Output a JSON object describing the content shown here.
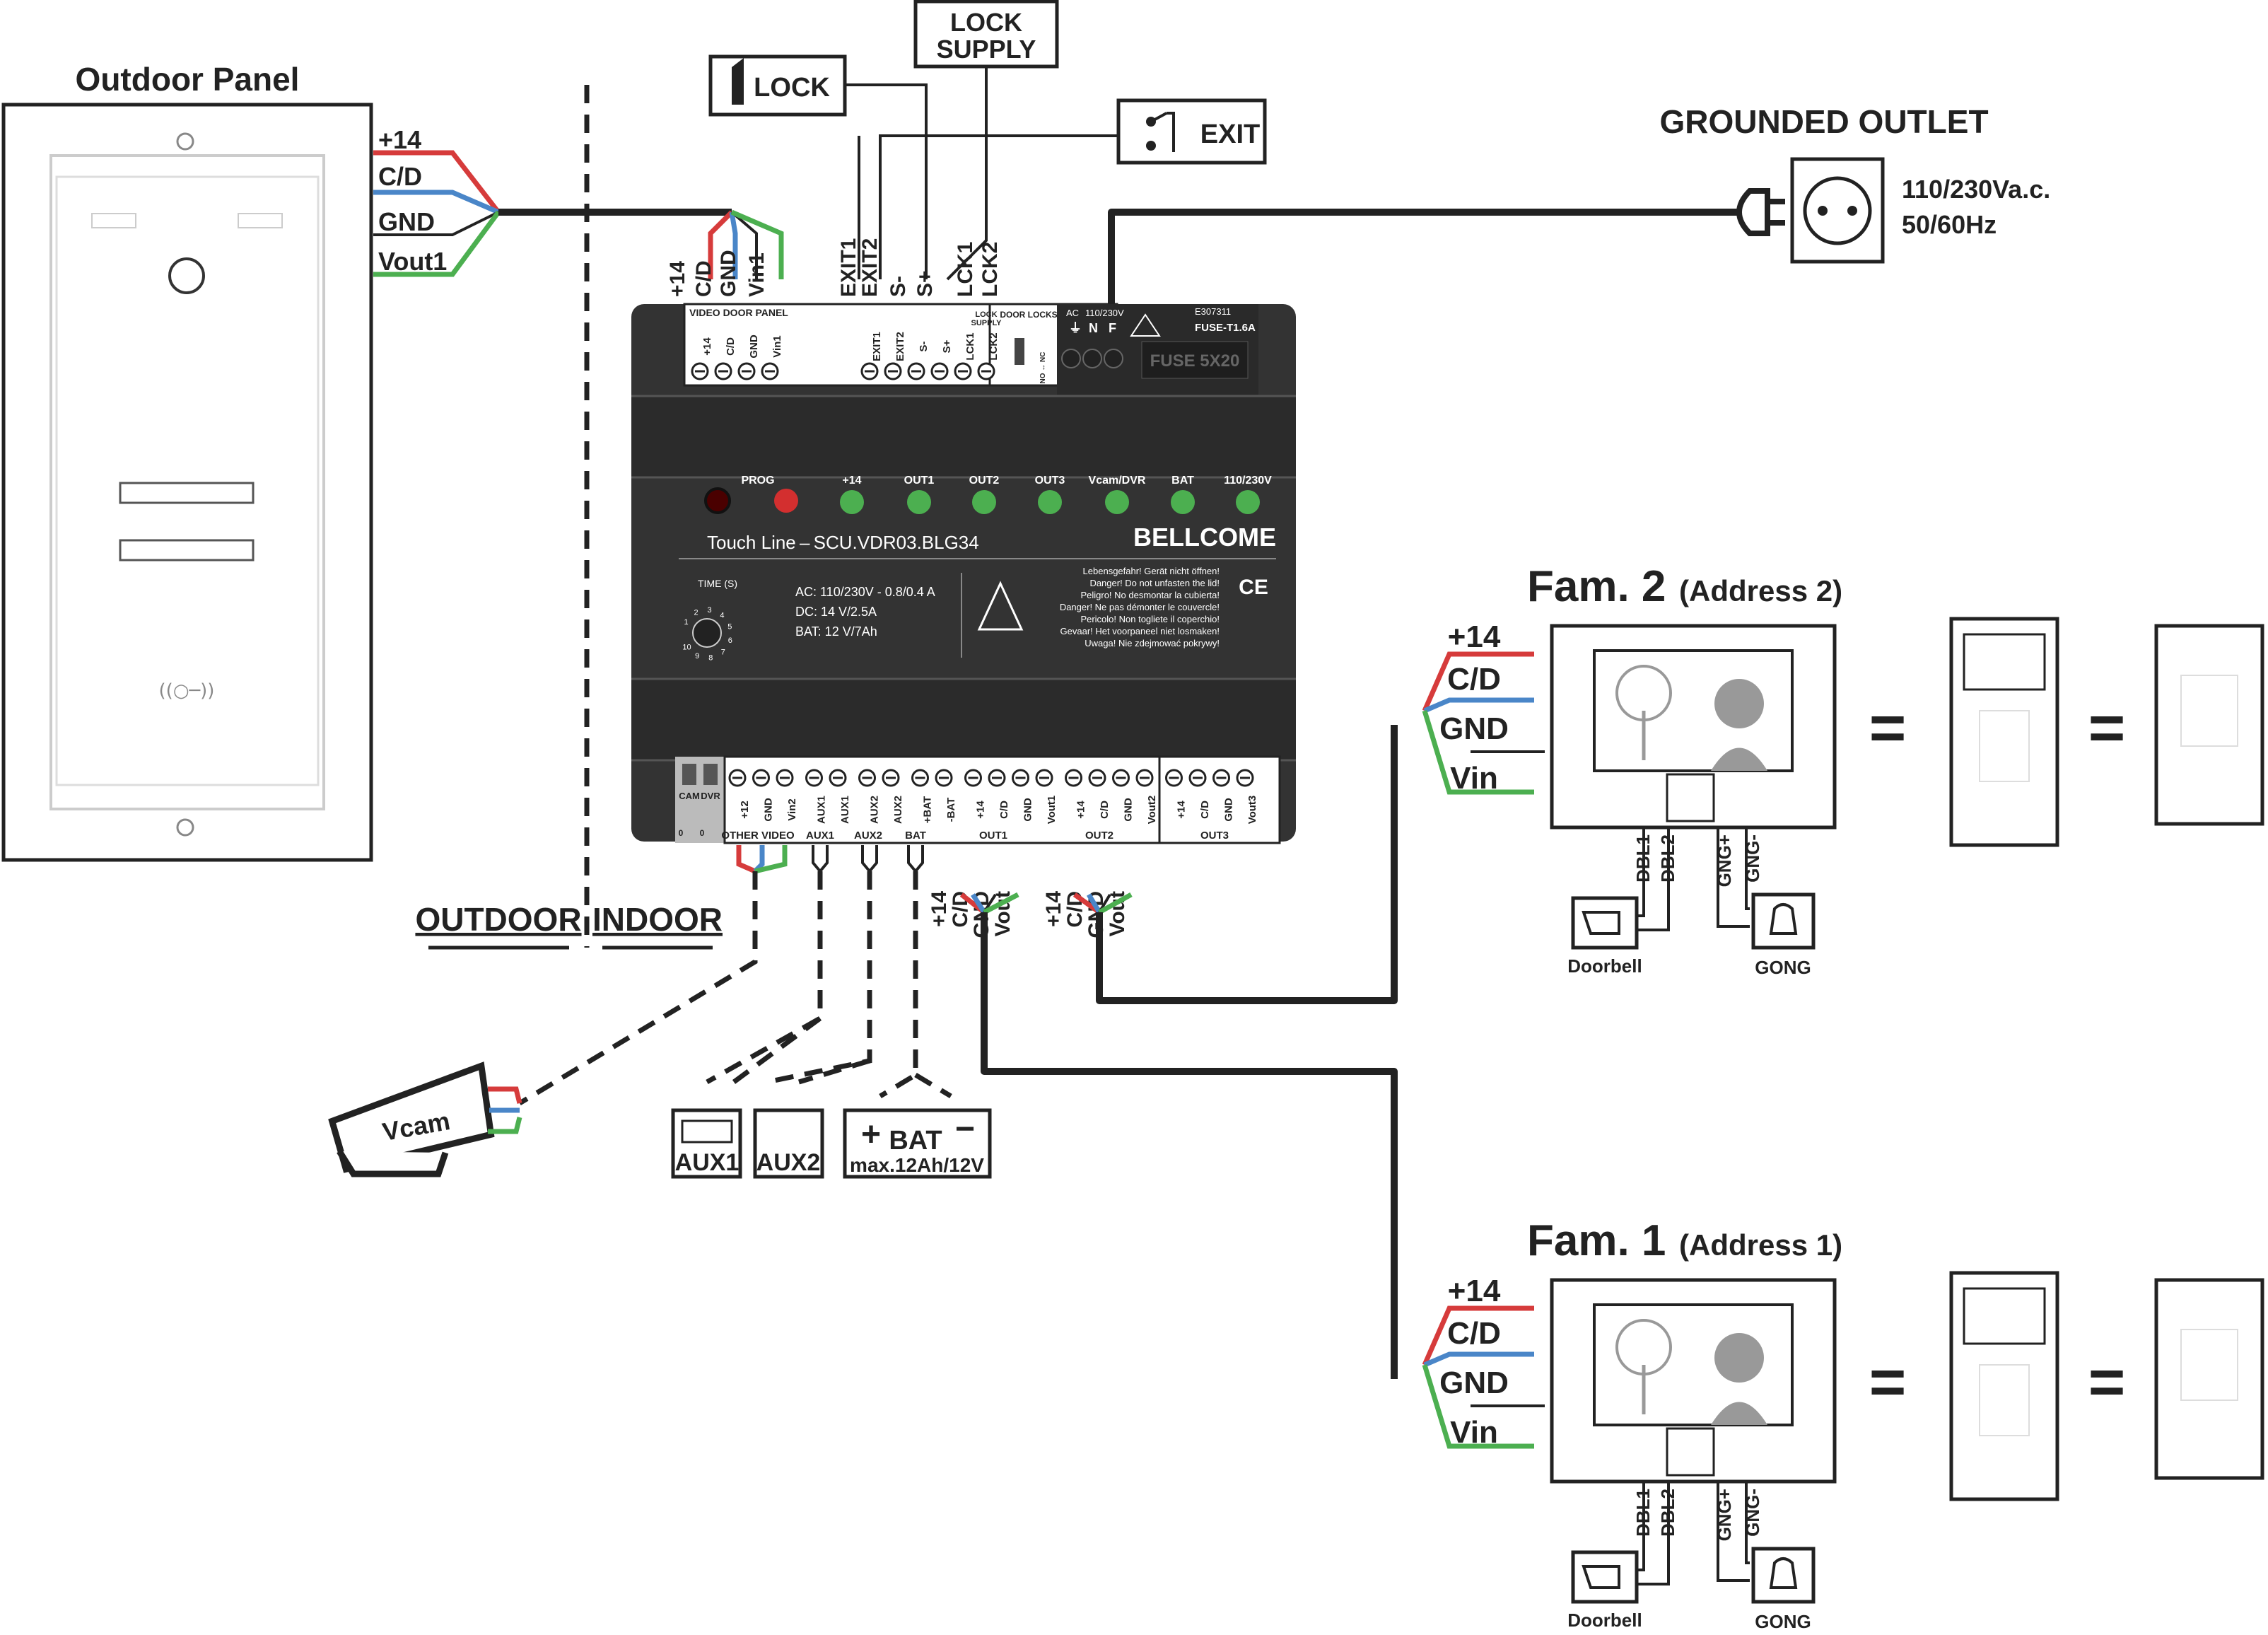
{
  "outdoor_panel": {
    "title": "Outdoor Panel",
    "wires": [
      "+14",
      "C/D",
      "GND",
      "Vout1"
    ]
  },
  "zones": {
    "outdoor": "OUTDOOR",
    "indoor": "INDOOR"
  },
  "lock_label": "LOCK",
  "lock_supply_label": [
    "LOCK",
    "SUPPLY"
  ],
  "exit_label": "EXIT",
  "outlet": {
    "title": "GROUNDED OUTLET",
    "voltage": "110/230Va.c.",
    "frequency": "50/60Hz"
  },
  "controller": {
    "top_wire_labels": [
      "+14",
      "C/D",
      "GND",
      "Vin1",
      "EXIT1",
      "EXIT2",
      "S-",
      "S+",
      "LCK1",
      "LCK2"
    ],
    "block_video_door_panel": "VIDEO DOOR PANEL",
    "block_video_terms": [
      "+14",
      "C/D",
      "GND",
      "Vin1"
    ],
    "block_exit_terms": [
      "EXIT1",
      "EXIT2",
      "S-",
      "S+"
    ],
    "lock_supply_small": [
      "LOCK",
      "SUPPLY"
    ],
    "door_locks": "DOOR LOCKS",
    "lock_terms": [
      "LCK1",
      "LCK2"
    ],
    "no_nc": "NO ↔ NC",
    "ac_label": "AC",
    "ac_voltage": "110/230V",
    "ac_terms": [
      "⏚",
      "N",
      "F"
    ],
    "cert": "E307311",
    "fuse_label": "FUSE-T1.6A",
    "fuse": "FUSE 5X20",
    "prog": "PROG",
    "leds": [
      "+14",
      "OUT1",
      "OUT2",
      "OUT3",
      "Vcam/DVR",
      "BAT",
      "110/230V"
    ],
    "brand": "BELLCOME",
    "model": "Touch Line – SCU.VDR03.BLG34",
    "time_label": "TIME (S)",
    "dial_numbers": [
      "1",
      "2",
      "3",
      "4",
      "5",
      "6",
      "7",
      "8",
      "9",
      "10"
    ],
    "specs": [
      "AC: 110/230V - 0.8/0.4 A",
      "DC: 14 V/2.5A",
      "BAT: 12 V/7Ah"
    ],
    "warnings": [
      "Lebensgefahr! Gerät nicht öffnen!",
      "Danger! Do not unfasten the lid!",
      "Peligro! No desmontar la cubierta!",
      "Danger! Ne pas démonter le couvercle!",
      "Pericolo! Non togliete il coperchio!",
      "Gevaar! Het voorpaneel niet losmaken!",
      "Uwaga! Nie zdejmować pokrywy!"
    ],
    "ce": "CE",
    "bottom_switches": [
      "CAM",
      "DVR",
      "0",
      "0"
    ],
    "bottom_terms": [
      "+12",
      "GND",
      "Vin2",
      "AUX1",
      "AUX1",
      "AUX2",
      "AUX2",
      "+BAT",
      "-BAT",
      "+14",
      "C/D",
      "GND",
      "Vout1",
      "+14",
      "C/D",
      "GND",
      "Vout2",
      "+14",
      "C/D",
      "GND",
      "Vout3"
    ],
    "bottom_groups": [
      "OTHER VIDEO",
      "AUX1",
      "AUX2",
      "BAT",
      "OUT1",
      "OUT2",
      "OUT3"
    ],
    "out_wire_labels": [
      "+14",
      "C/D",
      "GND",
      "Vout"
    ]
  },
  "camera": {
    "label": "Vcam"
  },
  "aux1": {
    "label": "AUX1"
  },
  "aux2": {
    "label": "AUX2"
  },
  "bat": {
    "label": "BAT",
    "plus": "+",
    "minus": "−",
    "capacity": "max.12Ah/12V"
  },
  "monitors": [
    {
      "name": "Fam. 2",
      "address": "(Address 2)",
      "wires": [
        "+14",
        "C/D",
        "GND",
        "Vin"
      ],
      "bottom": [
        "DBL1",
        "DBL2",
        "GNG+",
        "GNG-"
      ],
      "doorbell": "Doorbell",
      "gong": "GONG"
    },
    {
      "name": "Fam. 1",
      "address": "(Address 1)",
      "wires": [
        "+14",
        "C/D",
        "GND",
        "Vin"
      ],
      "bottom": [
        "DBL1",
        "DBL2",
        "GNG+",
        "GNG-"
      ],
      "doorbell": "Doorbell",
      "gong": "GONG"
    }
  ],
  "equals": "="
}
